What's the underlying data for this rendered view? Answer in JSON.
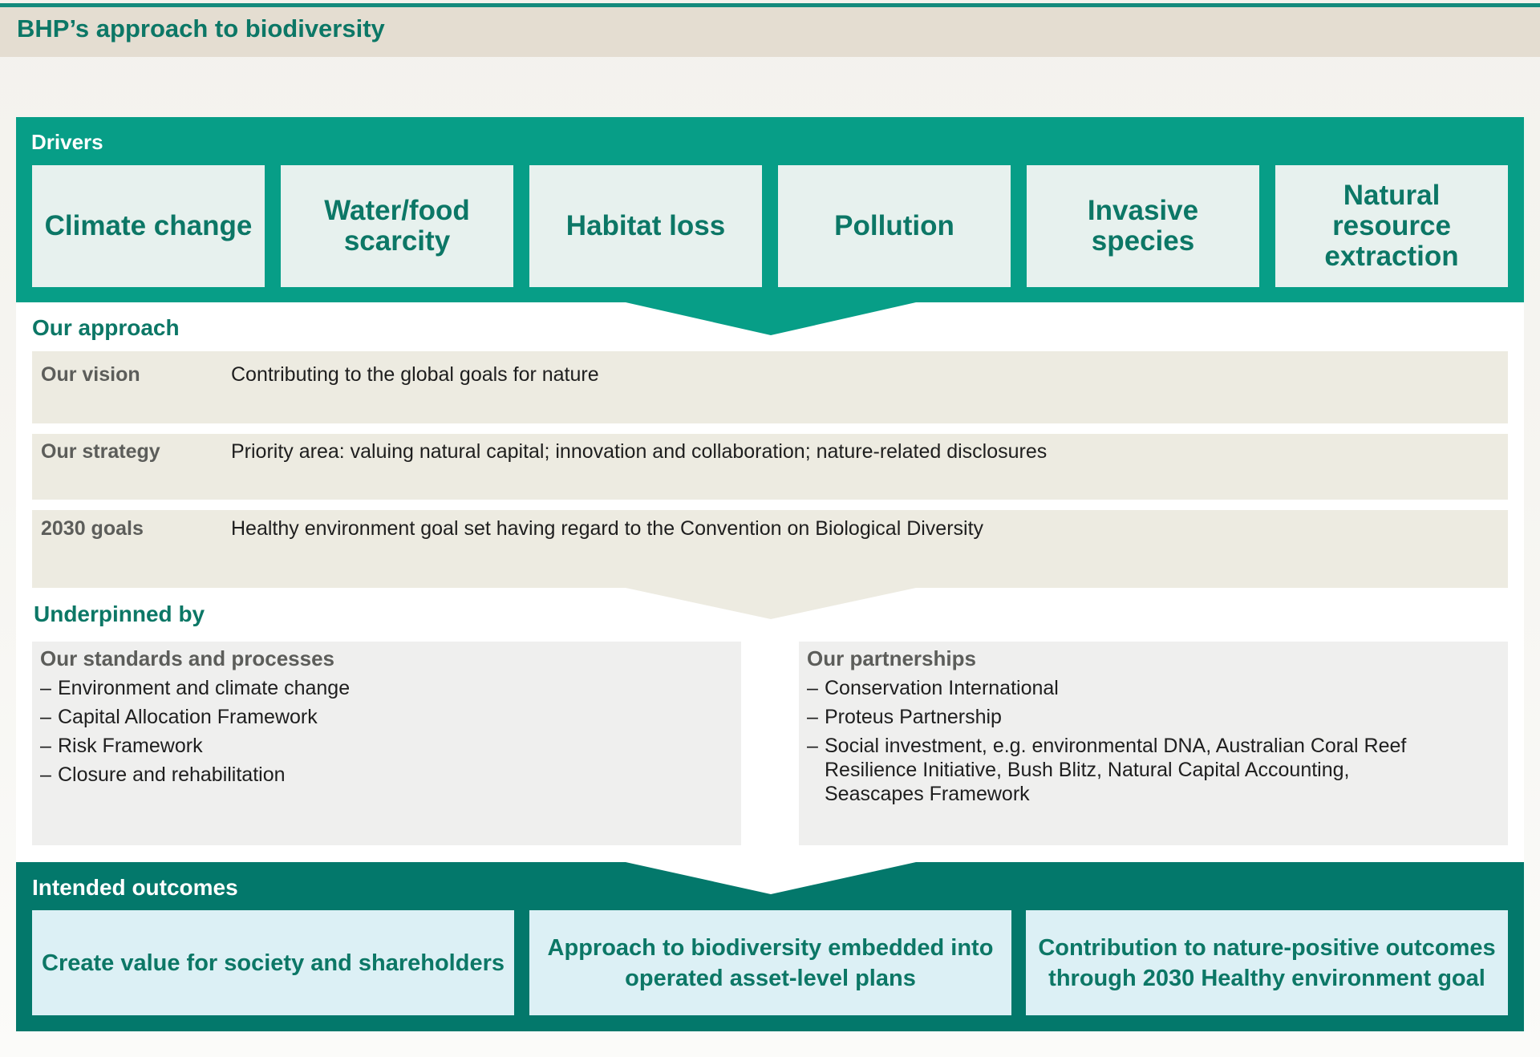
{
  "title": "BHP’s approach to biodiversity",
  "drivers": {
    "label": "Drivers",
    "items": [
      "Climate change",
      "Water/food scarcity",
      "Habitat loss",
      "Pollution",
      "Invasive species",
      "Natural resource extraction"
    ]
  },
  "approach": {
    "label": "Our approach",
    "rows": [
      {
        "key": "Our vision",
        "text": "Contributing to the global goals for nature"
      },
      {
        "key": "Our strategy",
        "text": "Priority area: valuing natural capital; innovation and collaboration; nature-related disclosures"
      },
      {
        "key": "2030 goals",
        "text": "Healthy environment goal set having regard to the Convention on Biological Diversity"
      }
    ]
  },
  "underpinned": {
    "label": "Underpinned by",
    "standards": {
      "title": "Our standards and processes",
      "items": [
        "Environment and climate change",
        "Capital Allocation Framework",
        "Risk Framework",
        "Closure and rehabilitation"
      ]
    },
    "partnerships": {
      "title": "Our partnerships",
      "items": [
        "Conservation International",
        "Proteus Partnership",
        "Social investment, e.g. environmental DNA, Australian Coral Reef Resilience Initiative, Bush Blitz, Natural Capital Accounting, Seascapes Framework"
      ]
    }
  },
  "outcomes": {
    "label": "Intended outcomes",
    "items": [
      "Create value for society and shareholders",
      "Approach to biodiversity embedded into operated asset-level plans",
      "Contribution to nature-positive outcomes through 2030 Healthy environment goal"
    ]
  },
  "colors": {
    "teal": "#079e87",
    "dark_teal": "#03786b",
    "heading_green": "#0c7766",
    "header_band": "#e4ddd1",
    "driver_box": "#e7f1ee",
    "approach_row": "#edebe1",
    "under_box": "#efefee",
    "outcome_box": "#dcf0f5"
  }
}
